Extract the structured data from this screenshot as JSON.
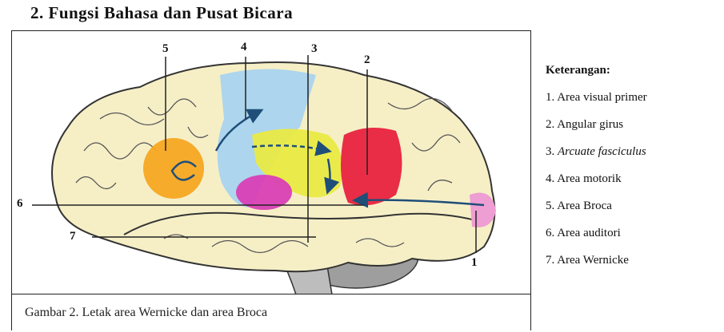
{
  "heading": "2.  Fungsi Bahasa dan Pusat Bicara",
  "caption": "Gambar 2. Letak area Wernicke dan  area  Broca",
  "markers": [
    "5",
    "4",
    "3",
    "2",
    "6",
    "7",
    "1"
  ],
  "legend": {
    "title": "Keterangan:",
    "items": [
      {
        "num": "1.",
        "text": "Area visual primer",
        "italic": false
      },
      {
        "num": "2.",
        "text": "Angular girus",
        "italic": false
      },
      {
        "num": "3.",
        "text": "Arcuate fasciculus",
        "italic": true
      },
      {
        "num": "4.",
        "text": "Area motorik",
        "italic": false
      },
      {
        "num": "5.",
        "text": "Area Broca",
        "italic": false
      },
      {
        "num": "6.",
        "text": "Area auditori",
        "italic": false
      },
      {
        "num": "7.",
        "text": "Area Wernicke",
        "italic": false
      }
    ]
  },
  "colors": {
    "brain": "#f6efc6",
    "motor": "#a9d3ef",
    "broca": "#f5a623",
    "angular": "#e8223f",
    "arcuate": "#e9ea45",
    "auditory": "#d93fb6",
    "visual": "#ee9ed2",
    "cerebellum": "#9e9e9e",
    "arrow": "#1f4e79"
  }
}
